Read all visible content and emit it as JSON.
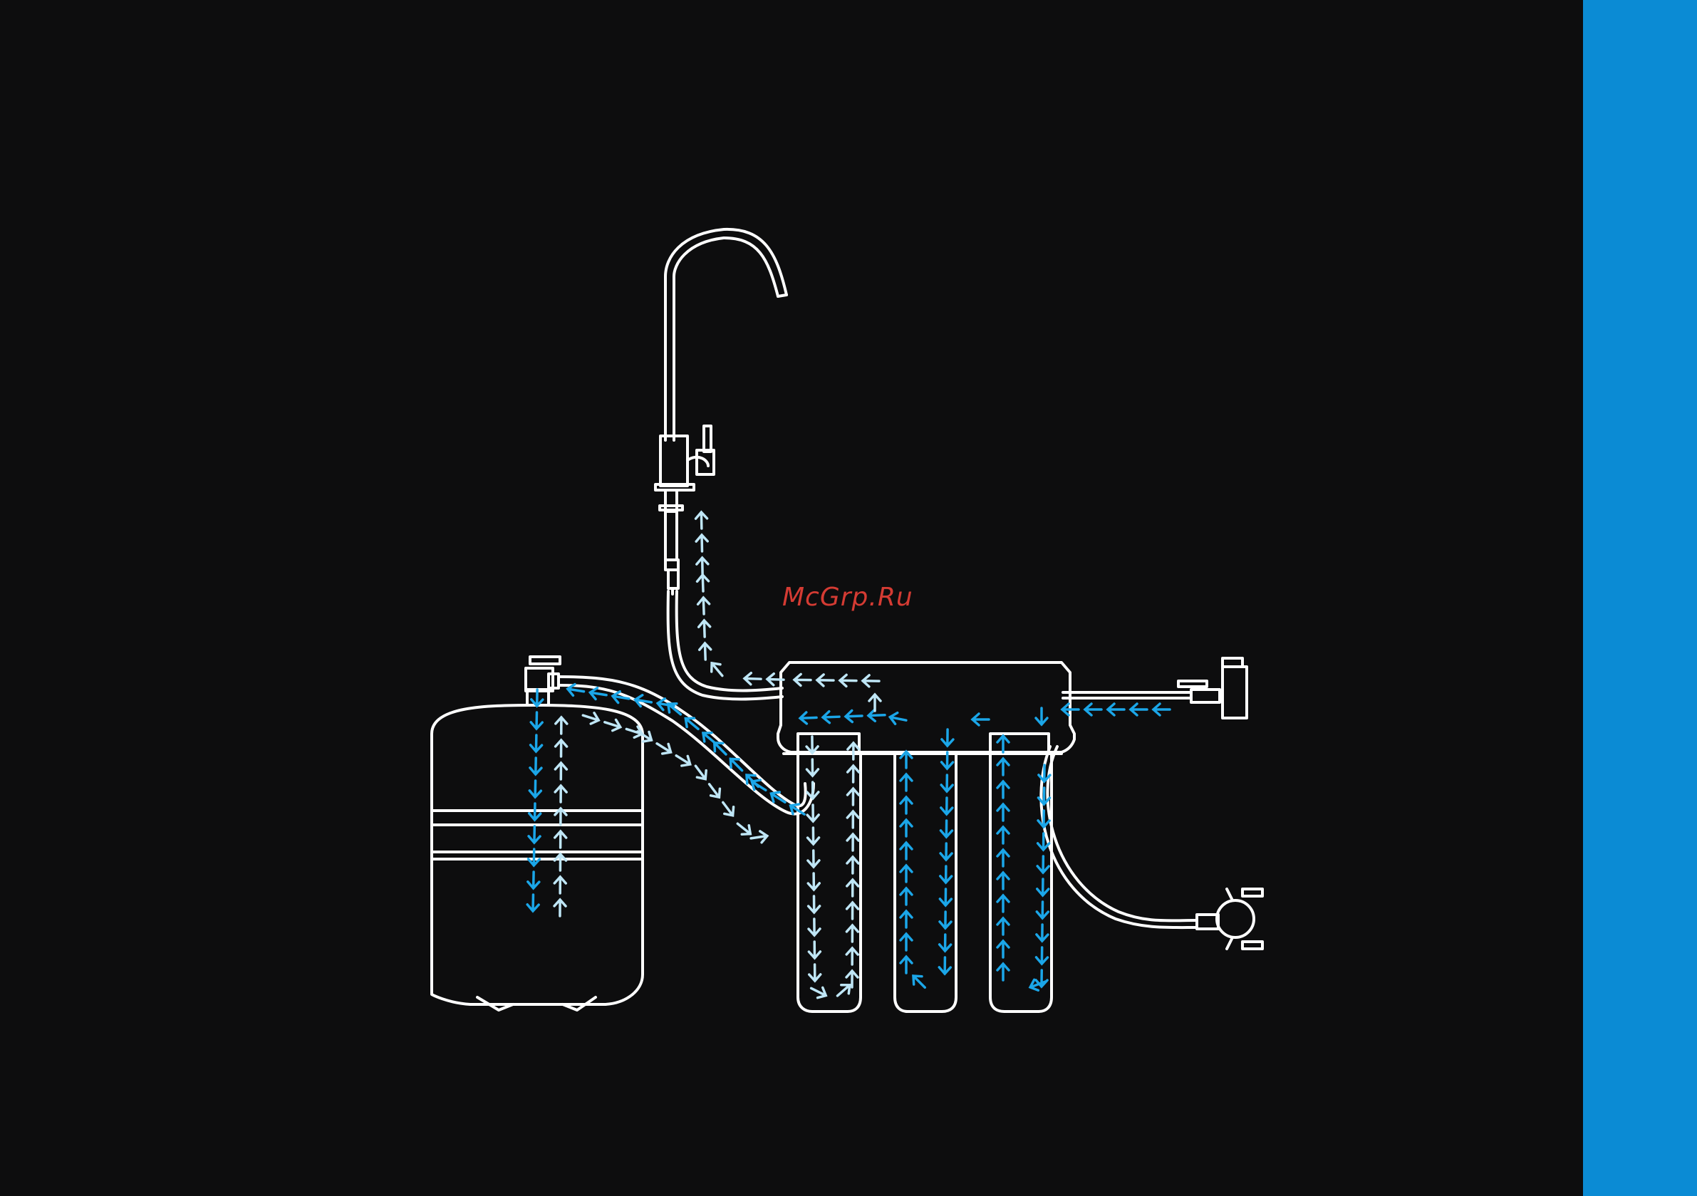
{
  "watermark": {
    "text": "McGrp.Ru"
  },
  "colors": {
    "background": "#0d0d0e",
    "outline": "#ffffff",
    "flow_filtered": "#1ba6e8",
    "flow_purified": "#bfe6f6",
    "side_bar": "#0b8bd4",
    "watermark": "#d43b33"
  },
  "components": [
    {
      "name": "faucet",
      "icon": "gooseneck-faucet-icon"
    },
    {
      "name": "storage-tank",
      "icon": "pressure-tank-icon"
    },
    {
      "name": "filter-module",
      "icon": "three-stage-filter-icon"
    },
    {
      "name": "feed-valve",
      "icon": "ball-valve-icon"
    },
    {
      "name": "drain-clamp",
      "icon": "drain-saddle-icon"
    }
  ]
}
